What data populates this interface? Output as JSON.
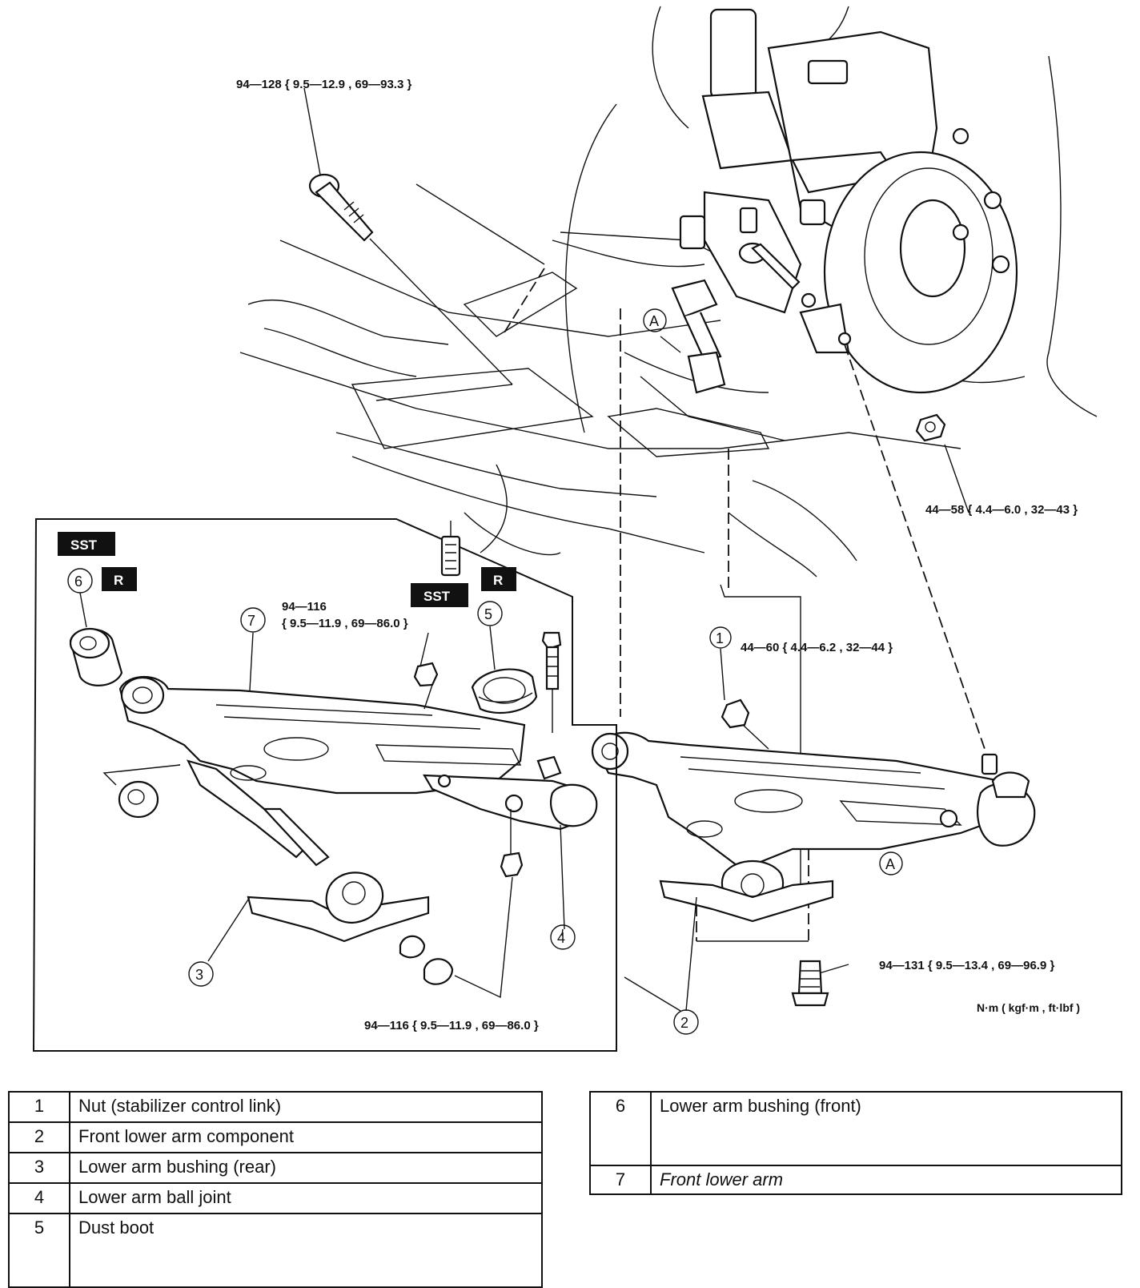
{
  "torque_specs": {
    "upper_bolt": "94—128 { 9.5—12.9 , 69—93.3 }",
    "ball_joint_nut": "44—58 { 4.4—6.0 , 32—43 }",
    "stabilizer_nut": "44—60 { 4.4—6.2 , 32—44 }",
    "inset_nut_top_line1": "94—116",
    "inset_nut_top_line2": "{ 9.5—11.9 , 69—86.0 }",
    "inset_nut_bottom": "94—116 { 9.5—11.9 , 69—86.0 }",
    "rear_bolt": "94—131 { 9.5—13.4 , 69—96.9 }",
    "units": "N·m ( kgf·m , ft·lbf )"
  },
  "badges": {
    "sst": "SST",
    "replace": "R",
    "ref_a": "A"
  },
  "callouts": {
    "c1": "1",
    "c2": "2",
    "c3": "3",
    "c4": "4",
    "c5": "5",
    "c6": "6",
    "c7": "7"
  },
  "legend": {
    "left": [
      {
        "num": "1",
        "label": "Nut (stabilizer control link)"
      },
      {
        "num": "2",
        "label": "Front lower arm component"
      },
      {
        "num": "3",
        "label": "Lower arm bushing (rear)"
      },
      {
        "num": "4",
        "label": "Lower arm ball joint"
      },
      {
        "num": "5",
        "label": "Dust boot"
      }
    ],
    "right": [
      {
        "num": "6",
        "label": "Lower arm bushing (front)"
      },
      {
        "num": "7",
        "label": "Front lower arm"
      }
    ]
  }
}
